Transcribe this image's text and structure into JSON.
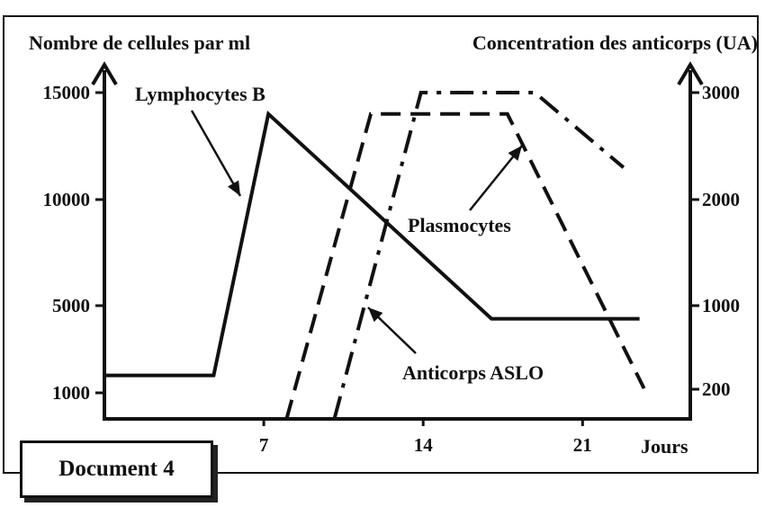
{
  "chart_data": {
    "type": "line",
    "y_left_label": "Nombre de cellules par ml",
    "y_right_label": "Concentration des anticorps (UA)",
    "x_label": "Jours",
    "x_ticks": [
      7,
      14,
      21
    ],
    "xlim": [
      0,
      25
    ],
    "y_left_ticks": [
      1000,
      5000,
      10000,
      15000
    ],
    "y_right_ticks": [
      200,
      1000,
      2000,
      3000
    ],
    "series": [
      {
        "name": "Lymphocytes B",
        "axis": "left",
        "style": "solid",
        "points": [
          [
            0,
            1800
          ],
          [
            4.8,
            1800
          ],
          [
            7.2,
            14000
          ],
          [
            17,
            4400
          ],
          [
            23.5,
            4400
          ]
        ]
      },
      {
        "name": "Plasmocytes",
        "axis": "left",
        "style": "dashed",
        "points": [
          [
            8,
            0
          ],
          [
            11.7,
            14000
          ],
          [
            17.7,
            14000
          ],
          [
            23.7,
            1200
          ]
        ]
      },
      {
        "name": "Anticorps ASLO",
        "axis": "right",
        "style": "dashdot",
        "points": [
          [
            10.1,
            0
          ],
          [
            13.9,
            3000
          ],
          [
            18.9,
            3000
          ],
          [
            22.8,
            2300
          ]
        ]
      }
    ],
    "annotations": [
      {
        "text": "Lymphocytes B",
        "target": "Lymphocytes B"
      },
      {
        "text": "Plasmocytes",
        "target": "Plasmocytes"
      },
      {
        "text": "Anticorps ASLO",
        "target": "Anticorps ASLO"
      }
    ]
  },
  "document_label": "Document 4"
}
